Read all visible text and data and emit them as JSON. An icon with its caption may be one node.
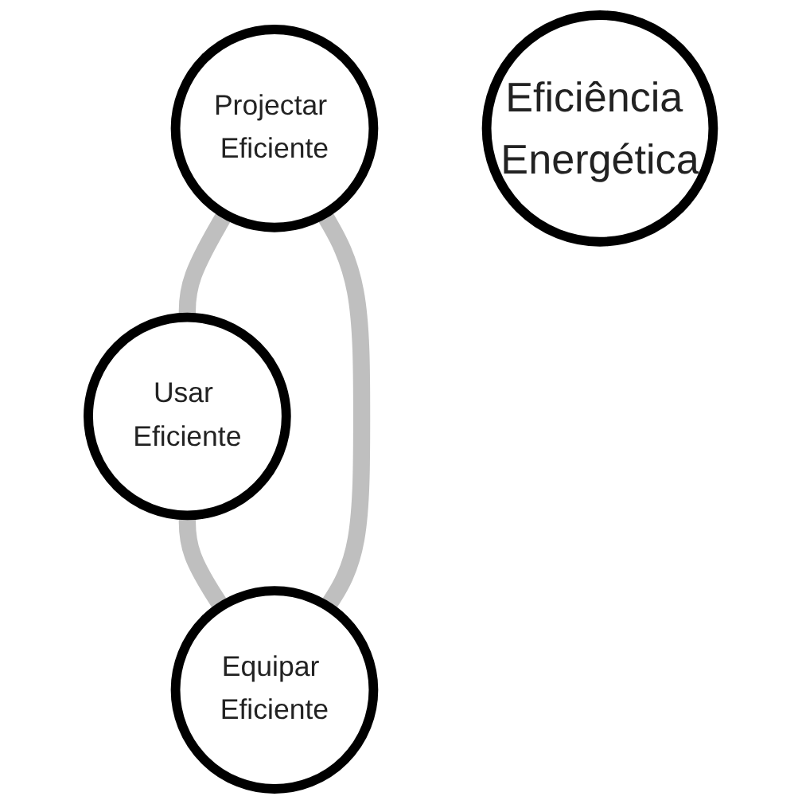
{
  "diagram": {
    "nodes": [
      {
        "text": [
          "Projectar Eficiente"
        ]
      },
      {
        "text": [
          "Eficiência Energética"
        ]
      },
      {
        "text": [
          "Equipar Eficiente"
        ]
      },
      {
        "text": [
          "Usar Eficiente"
        ]
      }
    ],
    "edges": [
      {
        "from": 0,
        "to": 3,
        "arrow": "none"
      },
      {
        "from": 3,
        "to": 2,
        "arrow": "none"
      },
      {
        "from": 2,
        "to": 0,
        "arrow": "none"
      }
    ]
  }
}
